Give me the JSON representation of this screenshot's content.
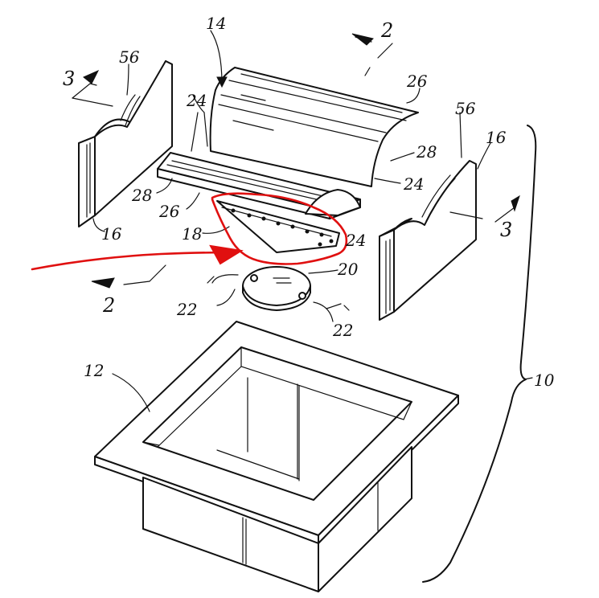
{
  "labels": {
    "ref_10": "10",
    "ref_12": "12",
    "ref_14": "14",
    "ref_16_left": "16",
    "ref_16_right": "16",
    "ref_18": "18",
    "ref_20": "20",
    "ref_22_left": "22",
    "ref_22_right": "22",
    "ref_24_top": "24",
    "ref_24_right": "24",
    "ref_24_bottom": "24",
    "ref_26_top": "26",
    "ref_26_left": "26",
    "ref_28_right": "28",
    "ref_28_left": "28",
    "ref_56_left": "56",
    "ref_56_right": "56",
    "section_2_top": "2",
    "section_2_bottom": "2",
    "section_3_left": "3",
    "section_3_right": "3"
  },
  "annotation": {
    "color": "#e01010",
    "style": "hand-drawn circle with arrow"
  },
  "line_color": "#111111"
}
